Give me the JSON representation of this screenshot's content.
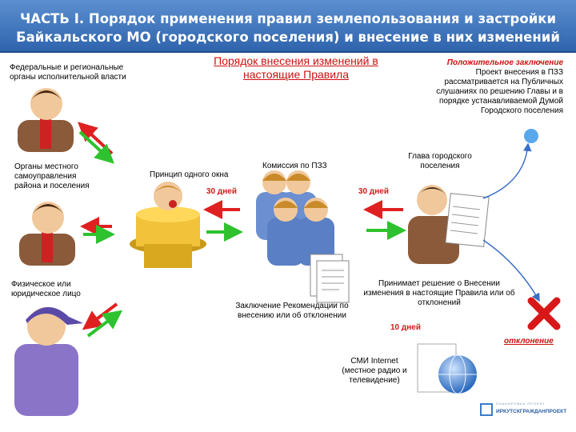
{
  "header": {
    "line1": "ЧАСТЬ I. Порядок применения правил землепользования и застройки",
    "line2": "Байкальского МО (городского поселения) и внесение в них изменений"
  },
  "process_title": "Порядок внесения изменений в настоящие Правила",
  "applicants": {
    "federal": "Федеральные и региональные органы исполнительной власти",
    "local": "Органы местного самоуправления района и поселения",
    "person": "Физическое или юридическое лицо"
  },
  "one_window": {
    "label": "Принцип одного окна",
    "term": "30 дней"
  },
  "commission": {
    "label": "Комиссия по ПЗЗ",
    "term": "30 дней"
  },
  "head": {
    "label": "Глава городского поселения"
  },
  "positive": {
    "title": "Положительное заключение",
    "text": "Проект внесения в ПЗЗ рассматривается на Публичных слушаниях по решению Главы и в порядке устанавливаемой Думой Городского поселения"
  },
  "conclusion": "Заключение Рекомендации по внесению или об отклонении",
  "decision": {
    "text": "Принимает решение о Внесении изменения в настоящие Правила или об отклонений",
    "term": "10 дней"
  },
  "refusal": "отклонение",
  "media": "СМИ Internet (местное радио и телевидение)",
  "logo": {
    "small": "ПЛАНИРОВКА ПРОЕКТ",
    "name": "ИРКУТСКГРАЖДАНПРОЕКТ"
  },
  "colors": {
    "header": "#3a6fb8",
    "accent_red": "#cc1111",
    "arrow_red": "#e02020",
    "arrow_green": "#2ec22e",
    "arrow_blue": "#3a6ec8"
  }
}
